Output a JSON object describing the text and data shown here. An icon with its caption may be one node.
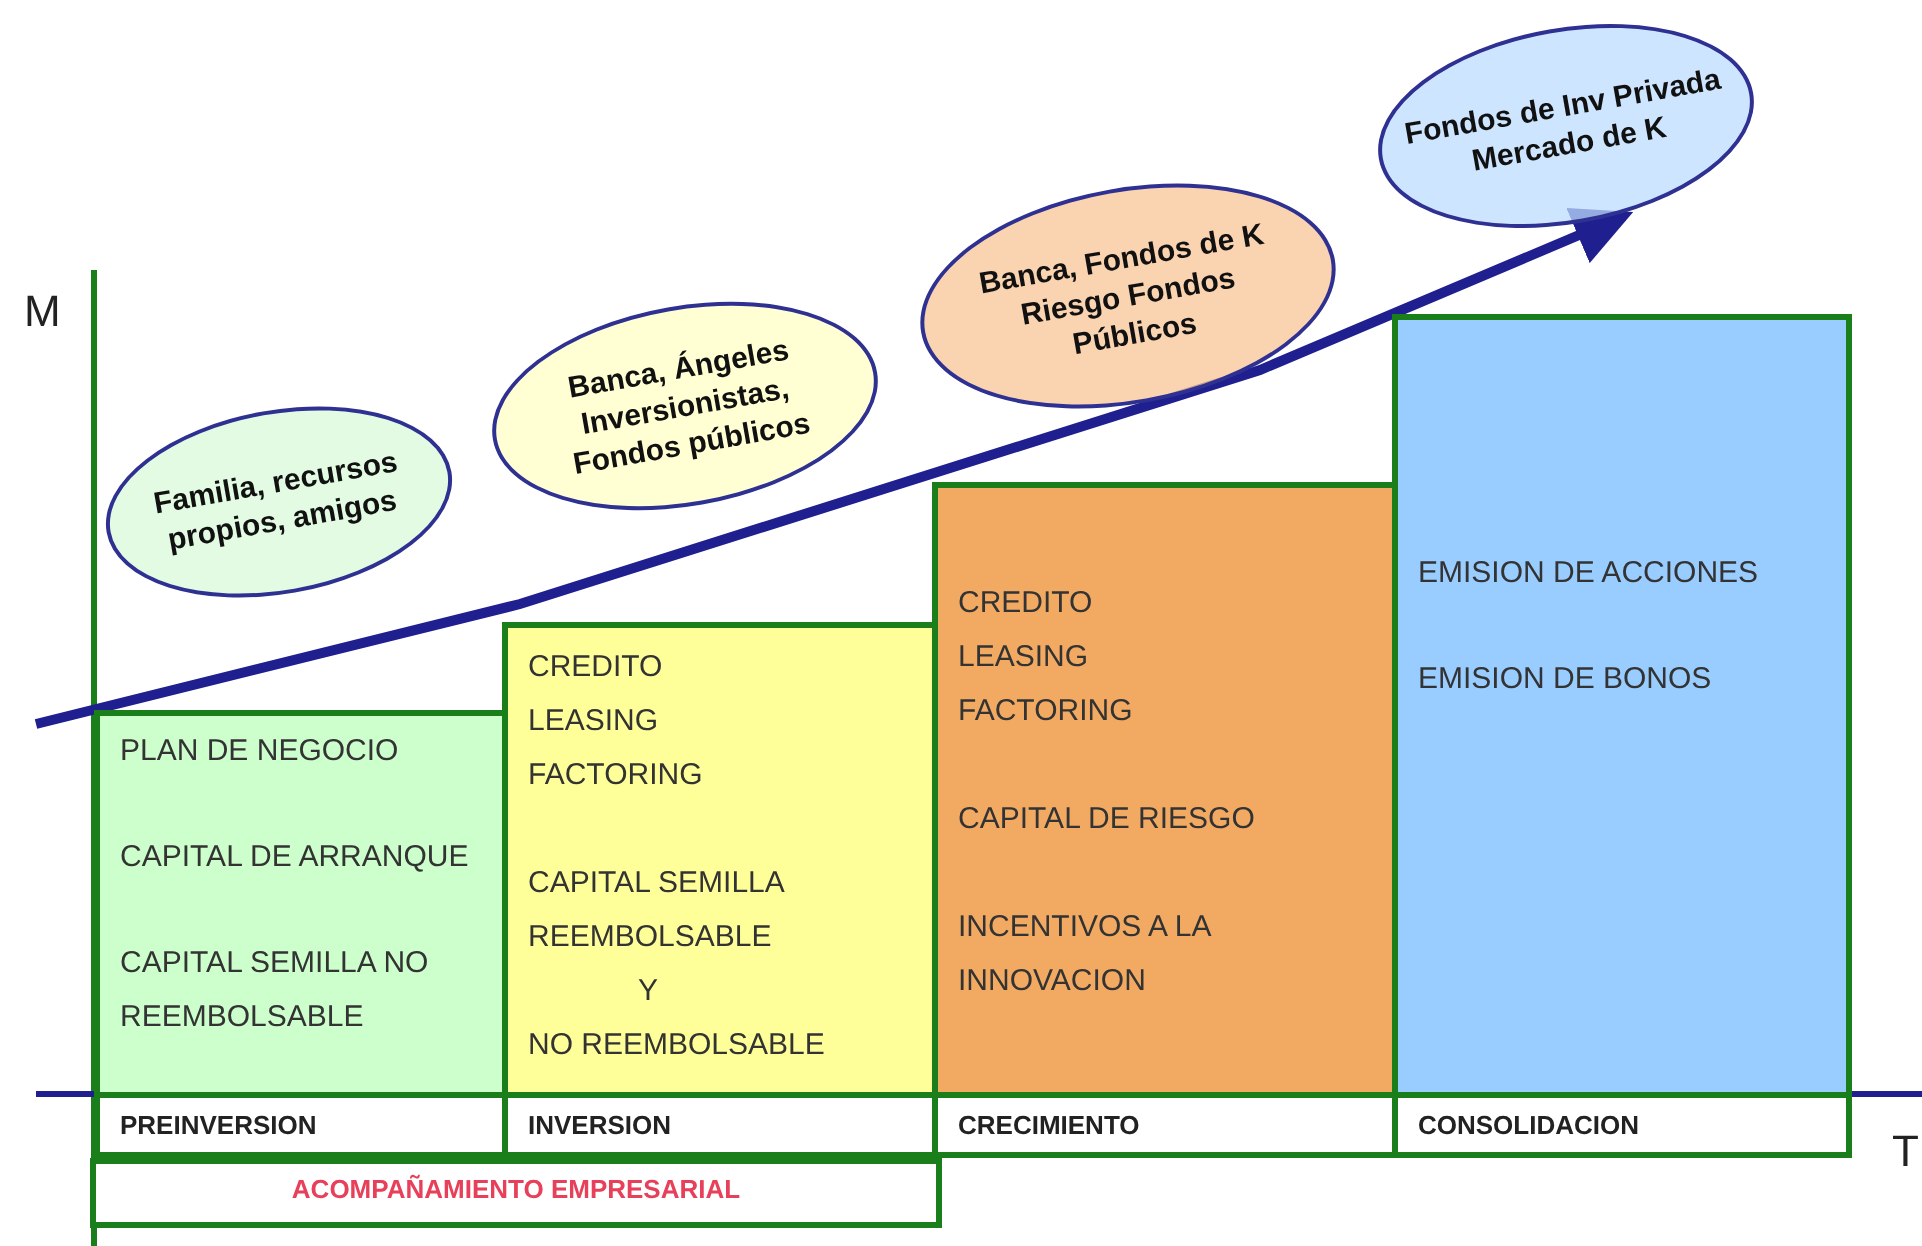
{
  "diagram": {
    "nodes": [
      {
        "text": [
          "Familia, recursos propios, amigos"
        ]
      },
      {
        "text": [
          "Banca, Ángeles Inversionistas, Fondos públicos"
        ]
      },
      {
        "text": [
          "Banca, Fondos de K Riesgo Fondos Públicos"
        ]
      },
      {
        "text": [
          "Fondos de Inv Privada Mercado de K"
        ]
      },
      {
        "text": [
          "PLAN DE NEGOCIO",
          "CAPITAL DE ARRANQUE",
          "CAPITAL SEMILLA NO REEMBOLSABLE"
        ]
      },
      {
        "text": [
          "CREDITO",
          "LEASING",
          "FACTORING",
          "CAPITAL SEMILLA REEMBOLSABLE",
          "Y",
          "NO REEMBOLSABLE"
        ]
      },
      {
        "text": [
          "CREDITO",
          "LEASING",
          "FACTORING",
          "CAPITAL DE RIESGO",
          "INCENTIVOS  A LA INNOVACION"
        ]
      },
      {
        "text": [
          "EMISION DE ACCIONES",
          "EMISION DE BONOS"
        ]
      },
      {
        "text": [
          "PREINVERSION"
        ]
      },
      {
        "text": [
          "INVERSION"
        ]
      },
      {
        "text": [
          "CRECIMIENTO"
        ]
      },
      {
        "text": [
          "CONSOLIDACION"
        ]
      },
      {
        "text": [
          "ACOMPAÑAMIENTO EMPRESARIAL"
        ]
      }
    ],
    "labels": [
      "M",
      "T"
    ]
  }
}
